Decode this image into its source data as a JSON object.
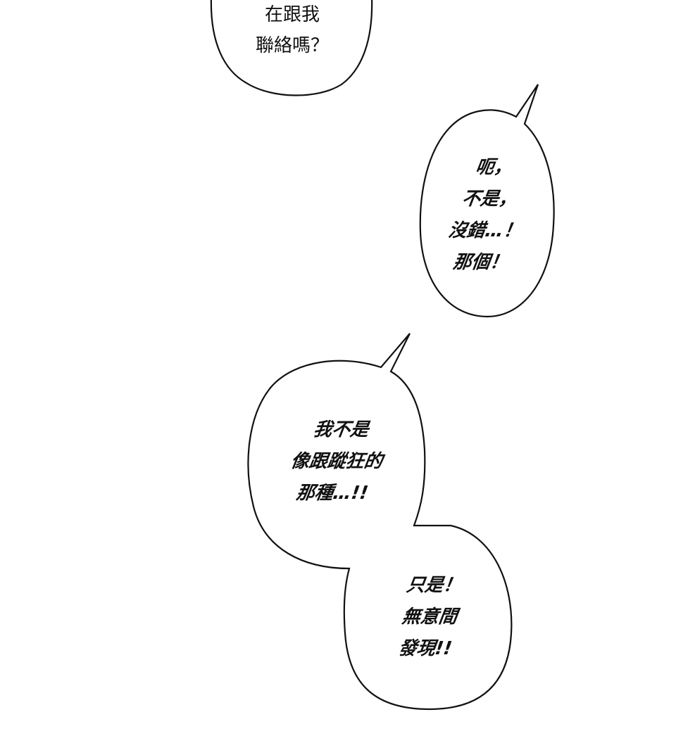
{
  "page": {
    "type": "comic-page",
    "background_color": "#ffffff",
    "outline_color": "#111111"
  },
  "bubbles": [
    {
      "id": "bubble-1",
      "lines": [
        "在跟我",
        "聯絡嗎？"
      ]
    },
    {
      "id": "bubble-2",
      "lines": [
        "呃，",
        "不是，",
        "沒錯…！",
        "那個！"
      ]
    },
    {
      "id": "bubble-3",
      "lines": [
        "我不是",
        "像跟蹤狂的",
        "那種…!!"
      ]
    },
    {
      "id": "bubble-4",
      "lines": [
        "只是！",
        "無意間",
        "發現!!"
      ]
    }
  ]
}
